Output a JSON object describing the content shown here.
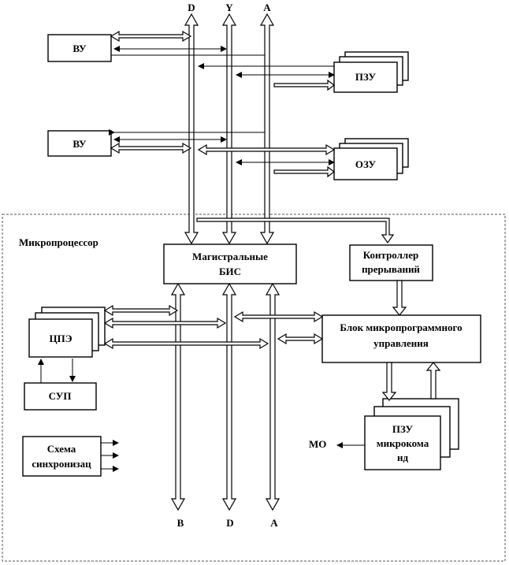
{
  "diagram": {
    "title": "Микропроцессор",
    "top_buses": [
      "D",
      "Y",
      "A"
    ],
    "bottom_buses": [
      "B",
      "D",
      "A"
    ],
    "blocks": {
      "vu1": "ВУ",
      "vu2": "ВУ",
      "pzu": "ПЗУ",
      "ozu": "ОЗУ",
      "mag_bis_line1": "Магистральные",
      "mag_bis_line2": "БИС",
      "int_ctrl_line1": "Контроллер",
      "int_ctrl_line2": "прерываний",
      "cpe": "ЦПЭ",
      "sup": "СУП",
      "bmu_line1": "Блок микропрограммного",
      "bmu_line2": "управления",
      "sync_line1": "Схема",
      "sync_line2": "синхронизац",
      "pzu_mk_line1": "ПЗУ",
      "pzu_mk_line2": "микрокома",
      "pzu_mk_line3": "нд",
      "mo": "МО"
    }
  }
}
